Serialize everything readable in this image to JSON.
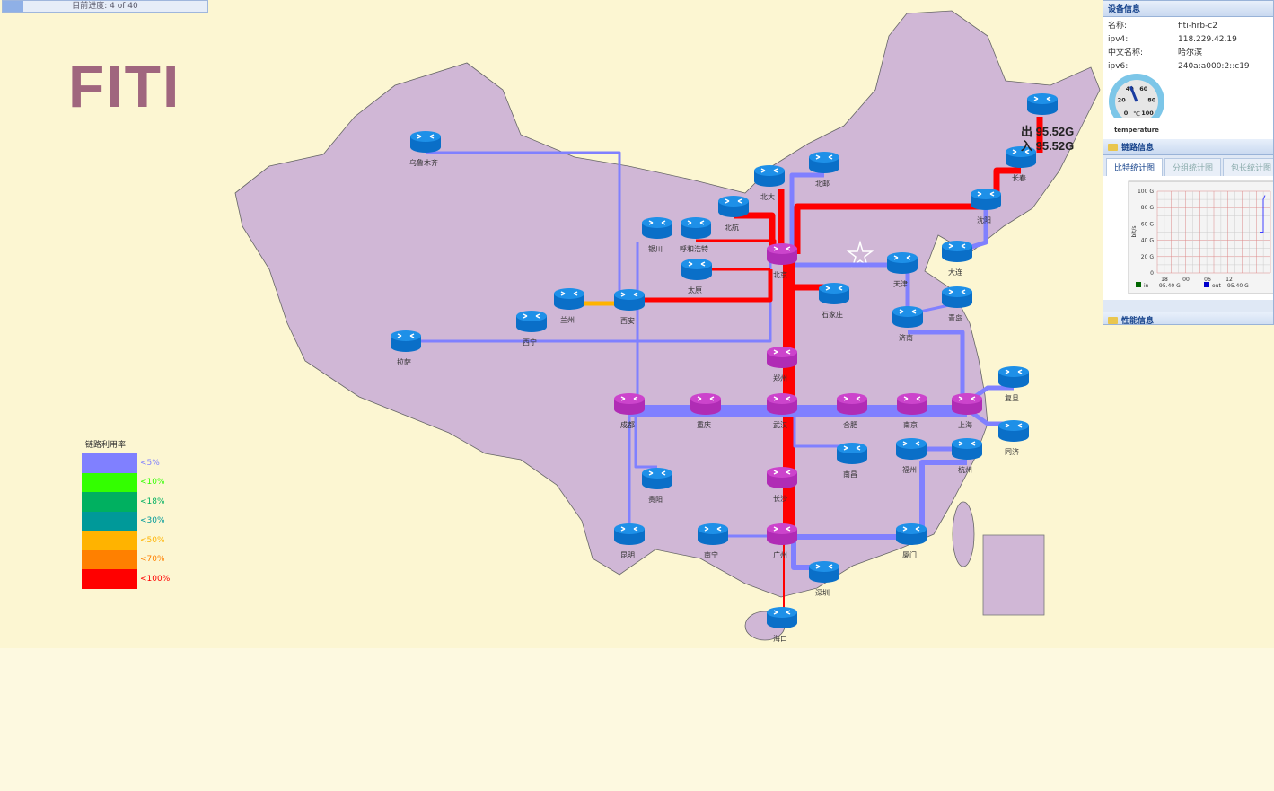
{
  "progress": {
    "label": "目前进度: 4 of 40",
    "current": 4,
    "total": 40
  },
  "logo": "FITI",
  "traffic": {
    "out": "出 95.52G",
    "in": "入 95.52G"
  },
  "nodes": [
    {
      "name": "乌鲁木齐",
      "type": "edge"
    },
    {
      "name": "拉萨",
      "type": "edge"
    },
    {
      "name": "西宁",
      "type": "edge"
    },
    {
      "name": "兰州",
      "type": "edge"
    },
    {
      "name": "西安",
      "type": "edge"
    },
    {
      "name": "银川",
      "type": "edge"
    },
    {
      "name": "呼和浩特",
      "type": "edge"
    },
    {
      "name": "太原",
      "type": "edge"
    },
    {
      "name": "北航",
      "type": "edge"
    },
    {
      "name": "北大",
      "type": "edge"
    },
    {
      "name": "北邮",
      "type": "edge"
    },
    {
      "name": "北京",
      "type": "core"
    },
    {
      "name": "石家庄",
      "type": "edge"
    },
    {
      "name": "天津",
      "type": "edge"
    },
    {
      "name": "济南",
      "type": "edge"
    },
    {
      "name": "大连",
      "type": "edge"
    },
    {
      "name": "青岛",
      "type": "edge"
    },
    {
      "name": "沈阳",
      "type": "edge"
    },
    {
      "name": "长春",
      "type": "edge"
    },
    {
      "name": "",
      "type": "edge"
    },
    {
      "name": "郑州",
      "type": "core"
    },
    {
      "name": "成都",
      "type": "core"
    },
    {
      "name": "重庆",
      "type": "core"
    },
    {
      "name": "武汉",
      "type": "core"
    },
    {
      "name": "合肥",
      "type": "core"
    },
    {
      "name": "南京",
      "type": "core"
    },
    {
      "name": "上海",
      "type": "core"
    },
    {
      "name": "复旦",
      "type": "edge"
    },
    {
      "name": "同济",
      "type": "edge"
    },
    {
      "name": "南昌",
      "type": "edge"
    },
    {
      "name": "福州",
      "type": "edge"
    },
    {
      "name": "杭州",
      "type": "edge"
    },
    {
      "name": "贵阳",
      "type": "edge"
    },
    {
      "name": "长沙",
      "type": "core"
    },
    {
      "name": "昆明",
      "type": "edge"
    },
    {
      "name": "南宁",
      "type": "edge"
    },
    {
      "name": "广州",
      "type": "core"
    },
    {
      "name": "厦门",
      "type": "edge"
    },
    {
      "name": "深圳",
      "type": "edge"
    },
    {
      "name": "海口",
      "type": "edge"
    }
  ],
  "links": [
    {
      "from": "乌鲁木齐",
      "to": "西安",
      "level": 0
    },
    {
      "from": "拉萨",
      "to": "北京",
      "level": 0
    },
    {
      "from": "兰州",
      "to": "西安",
      "level": 4
    },
    {
      "from": "西安",
      "to": "北京",
      "level": 6
    },
    {
      "from": "银川",
      "to": "成都",
      "level": 0
    },
    {
      "from": "呼和浩特",
      "to": "北京",
      "level": 6
    },
    {
      "from": "太原",
      "to": "北京",
      "level": 6
    },
    {
      "from": "北航",
      "to": "北京",
      "level": 6
    },
    {
      "from": "北大",
      "to": "北京",
      "level": 6
    },
    {
      "from": "北邮",
      "to": "北京",
      "level": 0
    },
    {
      "from": "北京",
      "to": "沈阳",
      "level": 6
    },
    {
      "from": "沈阳",
      "to": "长春",
      "level": 6
    },
    {
      "from": "长春",
      "to": "哈尔滨",
      "level": 6
    },
    {
      "from": "北京",
      "to": "天津",
      "level": 0
    },
    {
      "from": "沈阳",
      "to": "大连",
      "level": 0
    },
    {
      "from": "天津",
      "to": "济南",
      "level": 0
    },
    {
      "from": "济南",
      "to": "青岛",
      "level": 0
    },
    {
      "from": "济南",
      "to": "上海",
      "level": 0
    },
    {
      "from": "北京",
      "to": "石家庄",
      "level": 6
    },
    {
      "from": "北京",
      "to": "广州",
      "level": 6
    },
    {
      "from": "成都",
      "to": "上海",
      "level": 0
    },
    {
      "from": "上海",
      "to": "复旦",
      "level": 0
    },
    {
      "from": "上海",
      "to": "同济",
      "level": 0
    },
    {
      "from": "武汉",
      "to": "南昌",
      "level": 0
    },
    {
      "from": "福州",
      "to": "杭州",
      "level": 0
    },
    {
      "from": "杭州",
      "to": "厦门",
      "level": 0
    },
    {
      "from": "成都",
      "to": "贵阳",
      "level": 0
    },
    {
      "from": "成都",
      "to": "昆明",
      "level": 0
    },
    {
      "from": "南宁",
      "to": "广州",
      "level": 0
    },
    {
      "from": "广州",
      "to": "厦门",
      "level": 0
    },
    {
      "from": "广州",
      "to": "深圳",
      "level": 0
    },
    {
      "from": "广州",
      "to": "海口",
      "level": 6
    }
  ],
  "legend": {
    "title": "链路利用率",
    "items": [
      {
        "label": "<5%",
        "color": "#8080ff"
      },
      {
        "label": "<10%",
        "color": "#33ff00"
      },
      {
        "label": "<18%",
        "color": "#00b060"
      },
      {
        "label": "<30%",
        "color": "#009999"
      },
      {
        "label": "<50%",
        "color": "#ffb300"
      },
      {
        "label": "<70%",
        "color": "#ff8000"
      },
      {
        "label": "<100%",
        "color": "#ff0000"
      }
    ]
  },
  "panel": {
    "device_header": "设备信息",
    "device": [
      {
        "key": "名称:",
        "value": "fiti-hrb-c2"
      },
      {
        "key": "ipv4:",
        "value": "118.229.42.19"
      },
      {
        "key": "中文名称:",
        "value": "哈尔滨"
      },
      {
        "key": "ipv6:",
        "value": "240a:a000:2::c19"
      }
    ],
    "gauge": {
      "label": "temperature",
      "unit": "℃",
      "value": 42,
      "ticks": [
        "0",
        "20",
        "40",
        "60",
        "80",
        "100"
      ]
    },
    "link_header": "链路信息",
    "tabs": [
      "比特统计图",
      "分组统计图",
      "包长统计图"
    ],
    "chart_data": {
      "type": "line",
      "ylabel": "bit/s",
      "yticks": [
        "0",
        "20 G",
        "40 G",
        "60 G",
        "80 G",
        "100 G"
      ],
      "xticks": [
        "18",
        "00",
        "06",
        "12"
      ],
      "ylim": [
        0,
        100
      ],
      "series": [
        {
          "name": "in",
          "value": "95.40 G",
          "color": "#006600"
        },
        {
          "name": "out",
          "value": "95.40 G",
          "color": "#0000cc"
        }
      ]
    },
    "perf_header": "性能信息"
  }
}
